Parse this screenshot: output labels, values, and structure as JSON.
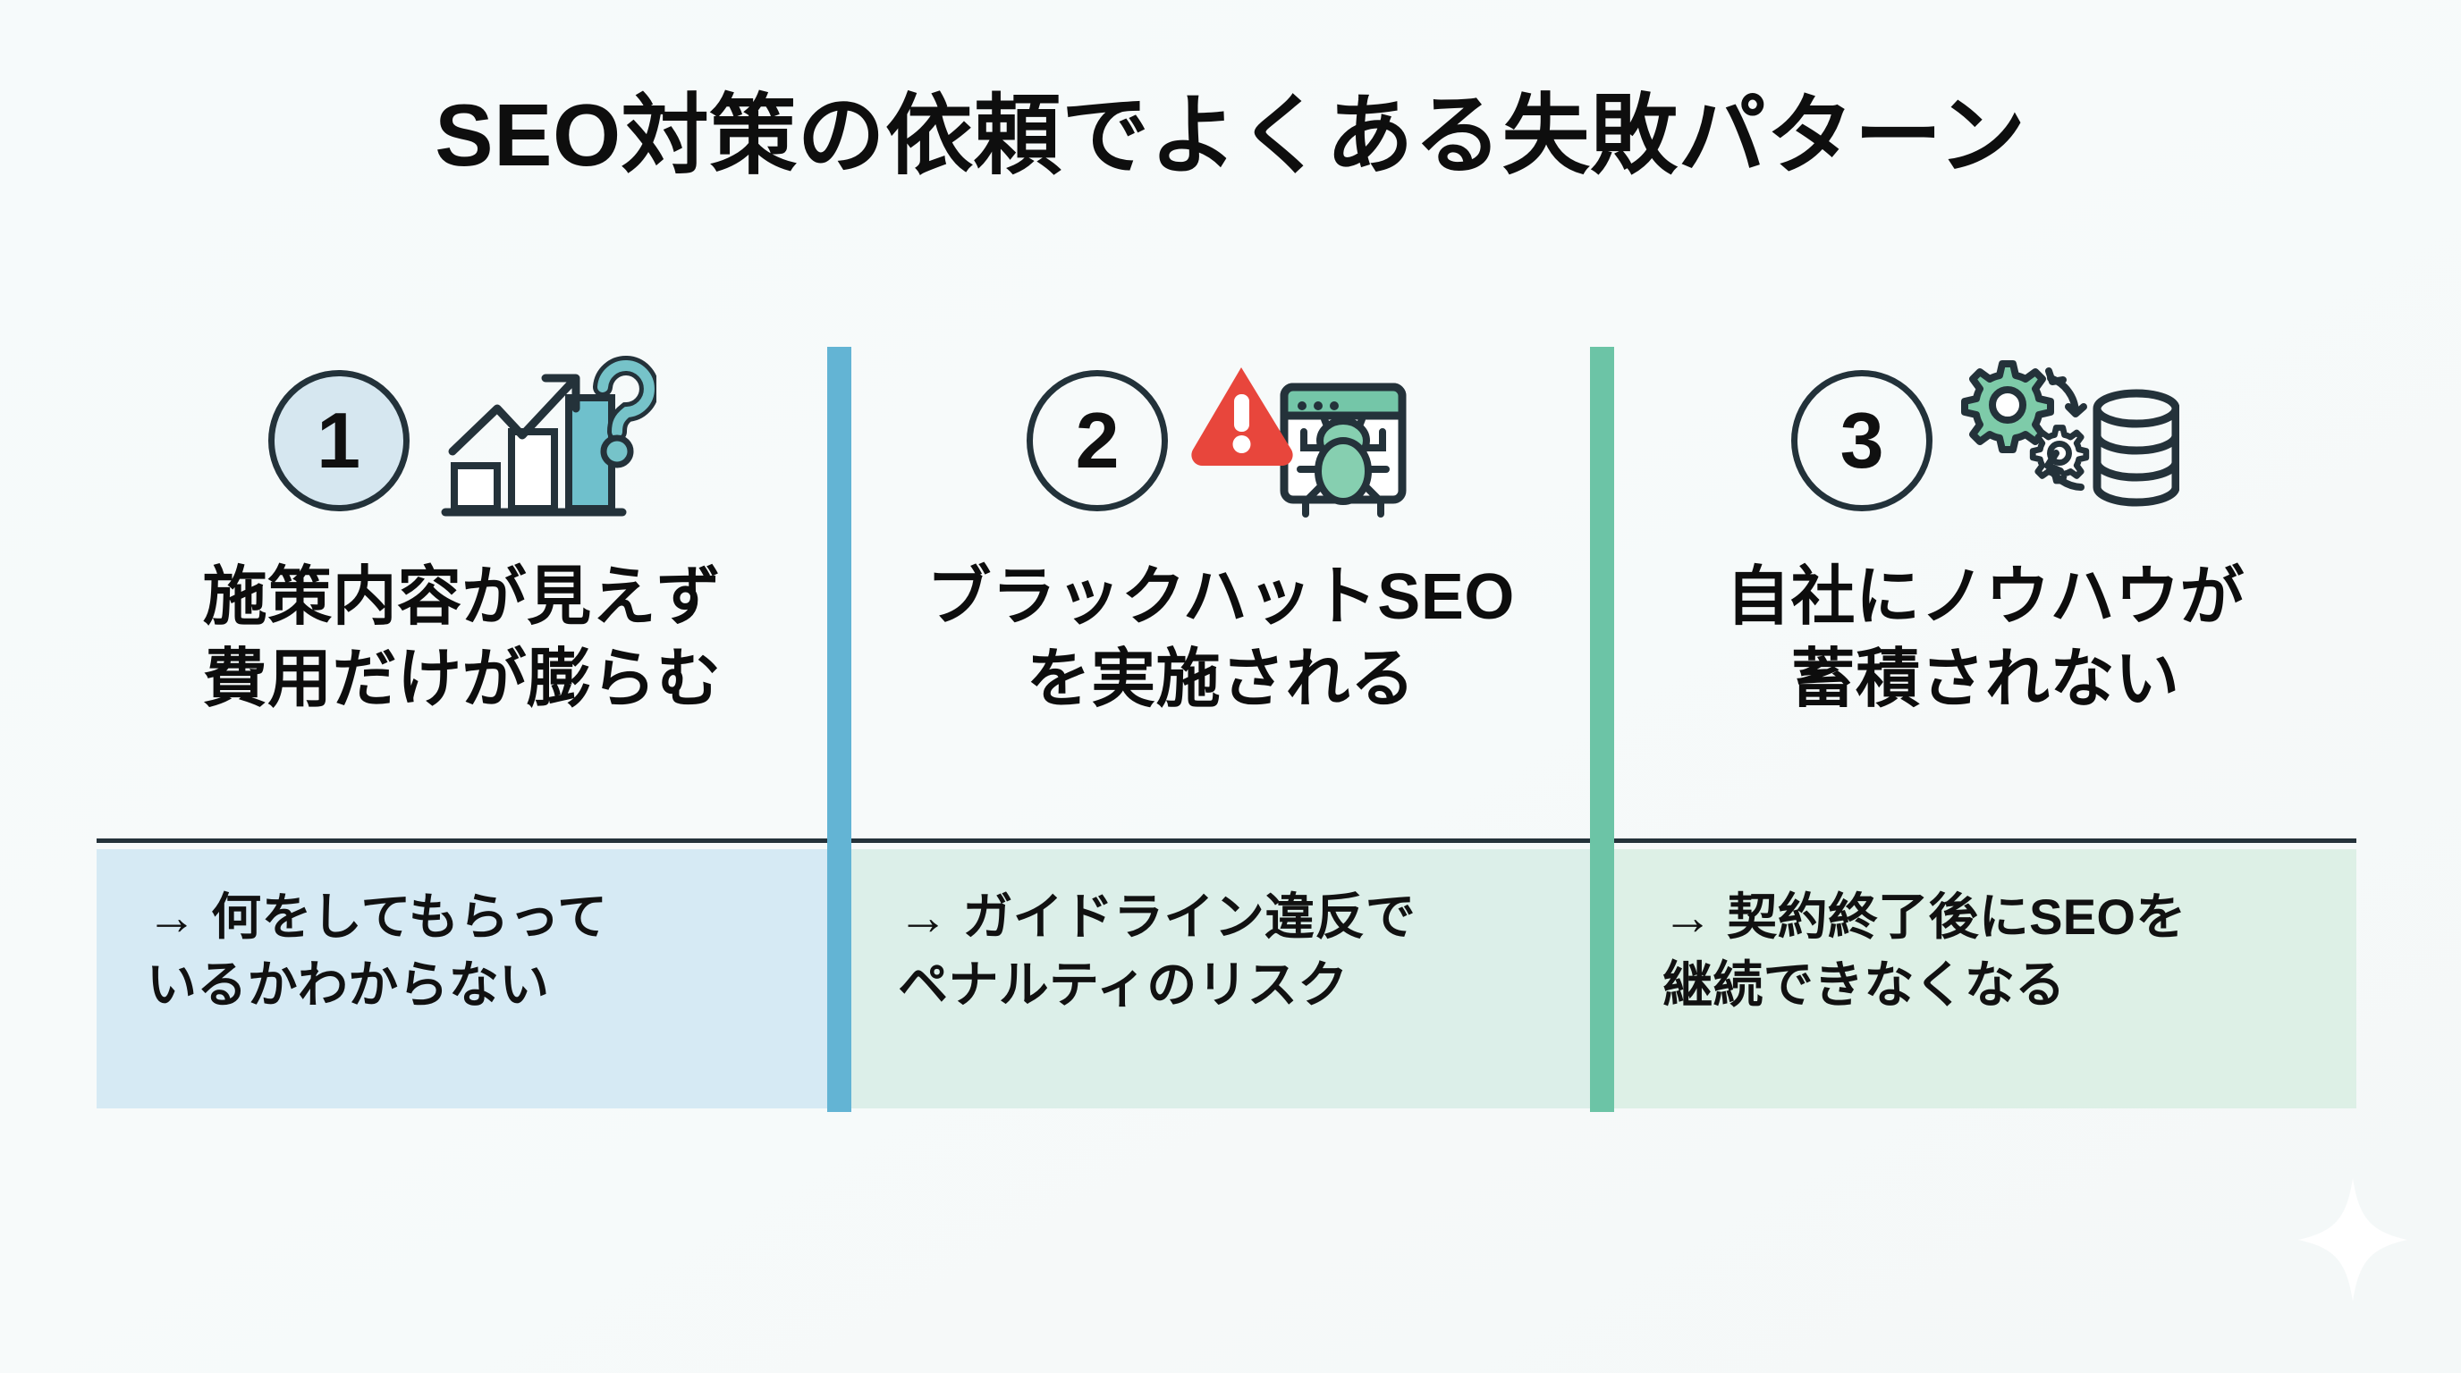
{
  "title": "SEO対策の依頼でよくある失敗パターン",
  "colors": {
    "background": "#f6fafb",
    "title_text": "#0e0e0e",
    "rule": "#24323a",
    "badge_border": "#23323a",
    "divider_blue": "#63b4d4",
    "divider_green": "#6cc4a6",
    "box_blue": "#d6eaf4",
    "box_teal": "#dcefe9",
    "box_mint": "#ddf0e6",
    "accent_teal": "#62b8b2",
    "accent_green": "#7ecba9",
    "accent_red": "#e8463c",
    "badge_fill_1": "#d6e7f0"
  },
  "columns": [
    {
      "number": "1",
      "icon_name": "growth-chart-question-icon",
      "headline": "施策内容が見えず\n費用だけが膨らむ",
      "detail_arrow": "→",
      "detail": "何をしてもらって\nいるかわからない"
    },
    {
      "number": "2",
      "icon_name": "warning-browser-bug-icon",
      "headline": "ブラックハットSEO\nを実施される",
      "detail_arrow": "→",
      "detail": "ガイドライン違反で\nペナルティのリスク"
    },
    {
      "number": "3",
      "icon_name": "gears-database-icon",
      "headline": "自社にノウハウが\n蓄積されない",
      "detail_arrow": "→",
      "detail": "契約終了後にSEOを\n継続できなくなる"
    }
  ],
  "decoration": {
    "sparkle_icon": "sparkle-icon"
  }
}
